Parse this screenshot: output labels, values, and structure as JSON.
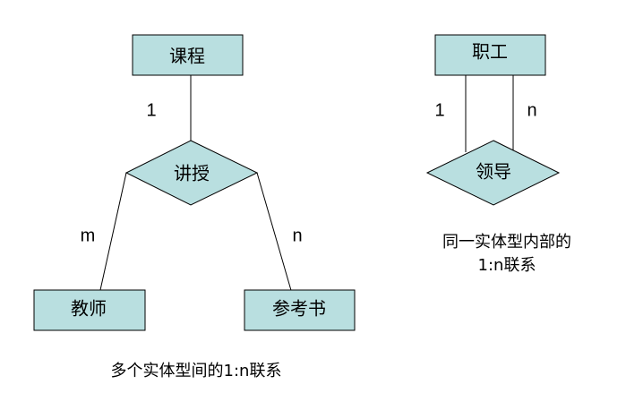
{
  "colors": {
    "node_fill": "#b9dfe0",
    "stroke": "#000000",
    "text": "#000000"
  },
  "left_diagram": {
    "entities": {
      "course": "课程",
      "teacher": "教师",
      "reference_book": "参考书"
    },
    "relationship": "讲授",
    "cardinalities": {
      "course": "1",
      "teacher": "m",
      "reference_book": "n"
    },
    "caption": "多个实体型间的1:n联系"
  },
  "right_diagram": {
    "entity": "职工",
    "relationship": "领导",
    "cardinalities": {
      "left": "1",
      "right": "n"
    },
    "caption_line1": "同一实体型内部的",
    "caption_line2": "1:n联系"
  }
}
